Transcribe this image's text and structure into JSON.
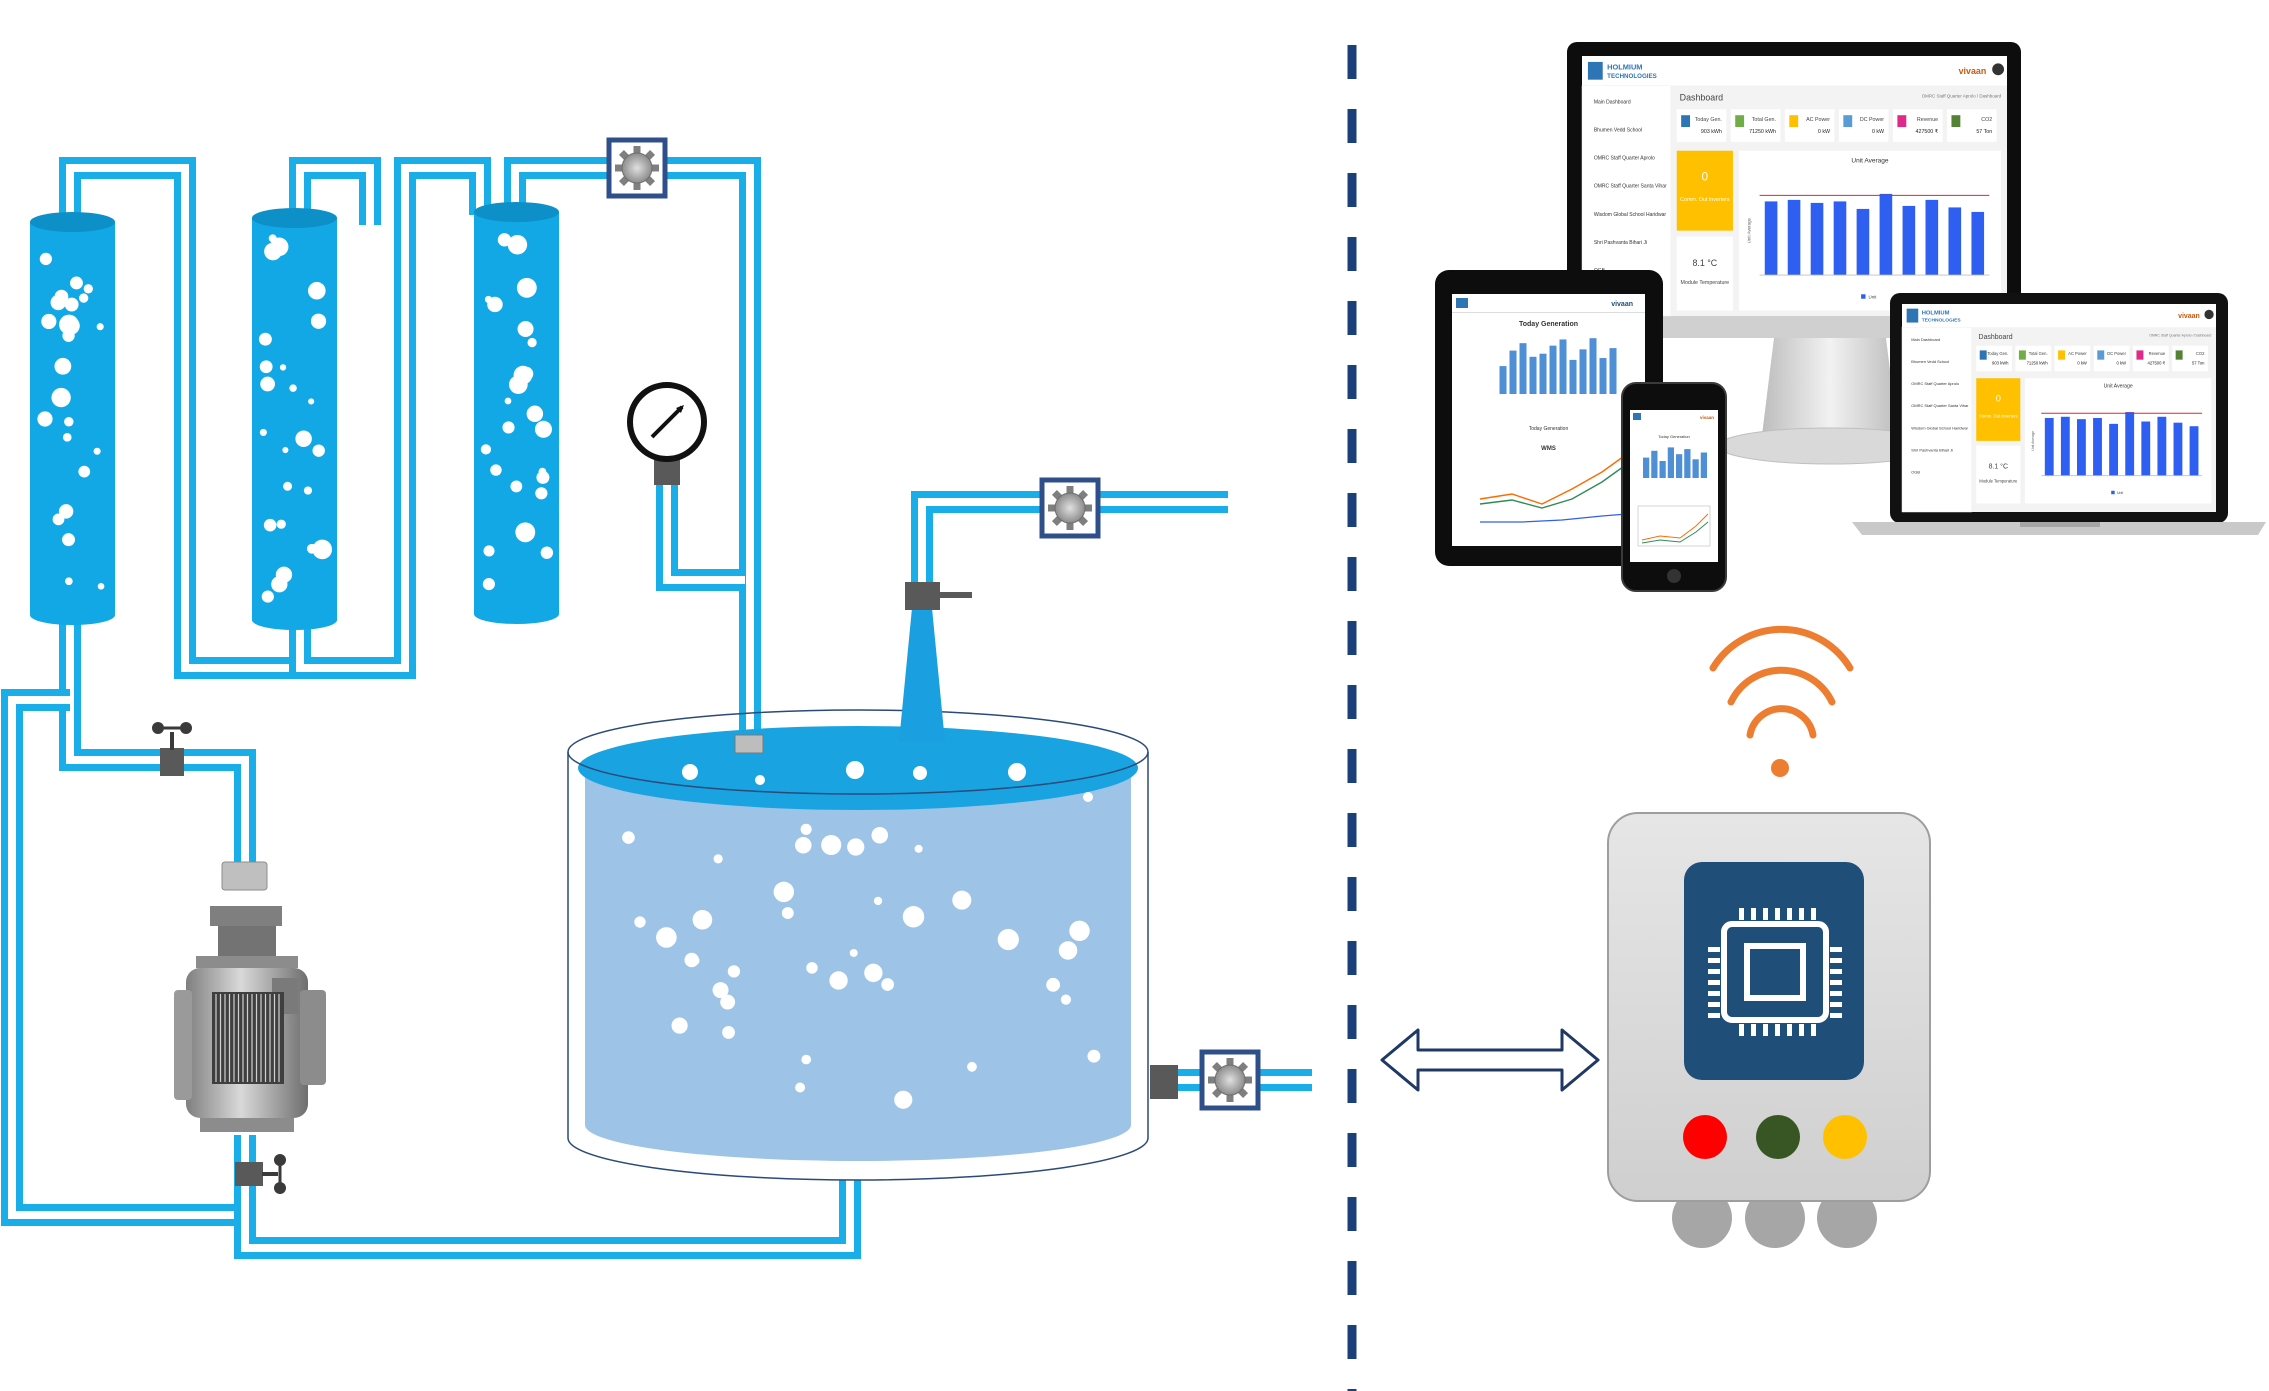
{
  "colors": {
    "pipe": "#1aaee8",
    "tank_water": "#9dc3e6",
    "tank_surface": "#19a3e0",
    "column": "#12a8e6",
    "valve_frame": "#2f4f8a",
    "divider": "#1b3f7a",
    "wifi": "#ed7d31",
    "device_chip_panel": "#1f4e79",
    "led_red": "#ff0000",
    "led_green": "#375623",
    "led_yellow": "#ffc000",
    "kpi_tile": "#ffc000",
    "bar": "#2f5ff0"
  },
  "icons": {
    "valve": "gear-valve-icon",
    "gauge": "pressure-gauge-icon",
    "tap": "hand-valve-icon",
    "wifi": "wifi-icon",
    "chip": "chip-icon",
    "arrow": "double-arrow-icon"
  },
  "dashboard": {
    "brand_line1": "HOLMIUM",
    "brand_line2": "TECHNOLOGIES",
    "brand_right": "vivaan",
    "page_title": "Dashboard",
    "breadcrumb": "OMRC Staff Quarter Aprolo / Dashboard",
    "sidebar": [
      "Main Dashboard",
      "Bhumen Vedd School",
      "OMRC Staff Quarter Aprolo",
      "OMRC Staff Quarter Santa Vihar",
      "Wisdom Global School Haridwar",
      "Shri Pashvanta Bihari Ji",
      "OGB"
    ],
    "stats": [
      {
        "label": "Today Gen.",
        "value": "903 kWh"
      },
      {
        "label": "Total Gen.",
        "value": "71250 kWh"
      },
      {
        "label": "AC Power",
        "value": "0 kW"
      },
      {
        "label": "DC Power",
        "value": "0 kW"
      },
      {
        "label": "Revenue",
        "value": "427500 ₹"
      },
      {
        "label": "CO2",
        "value": "57 Ton"
      }
    ],
    "kpi_value": "0",
    "kpi_label": "Comm. Out Inverters",
    "temp_value": "8.1 °C",
    "temp_label": "Module Temperature",
    "chart_title": "Unit Average",
    "chart_ylabel": "Unit Average",
    "legend": "Unit",
    "tablet_chart_title": "Today Generation",
    "tablet_legend": "Today Generation",
    "tablet_weather_title": "WMS"
  },
  "chart_data": {
    "type": "bar",
    "title": "Unit Average",
    "xlabel": "",
    "ylabel": "Unit Average",
    "categories": [
      "",
      "",
      "",
      "",
      "",
      "",
      "",
      "",
      "",
      ""
    ],
    "series": [
      {
        "name": "Unit",
        "values": [
          4.9,
          5.0,
          4.8,
          4.9,
          4.4,
          5.4,
          4.6,
          5.0,
          4.5,
          4.2
        ]
      }
    ],
    "reference_line": 5.3,
    "ylim": [
      0,
      6.5
    ]
  }
}
